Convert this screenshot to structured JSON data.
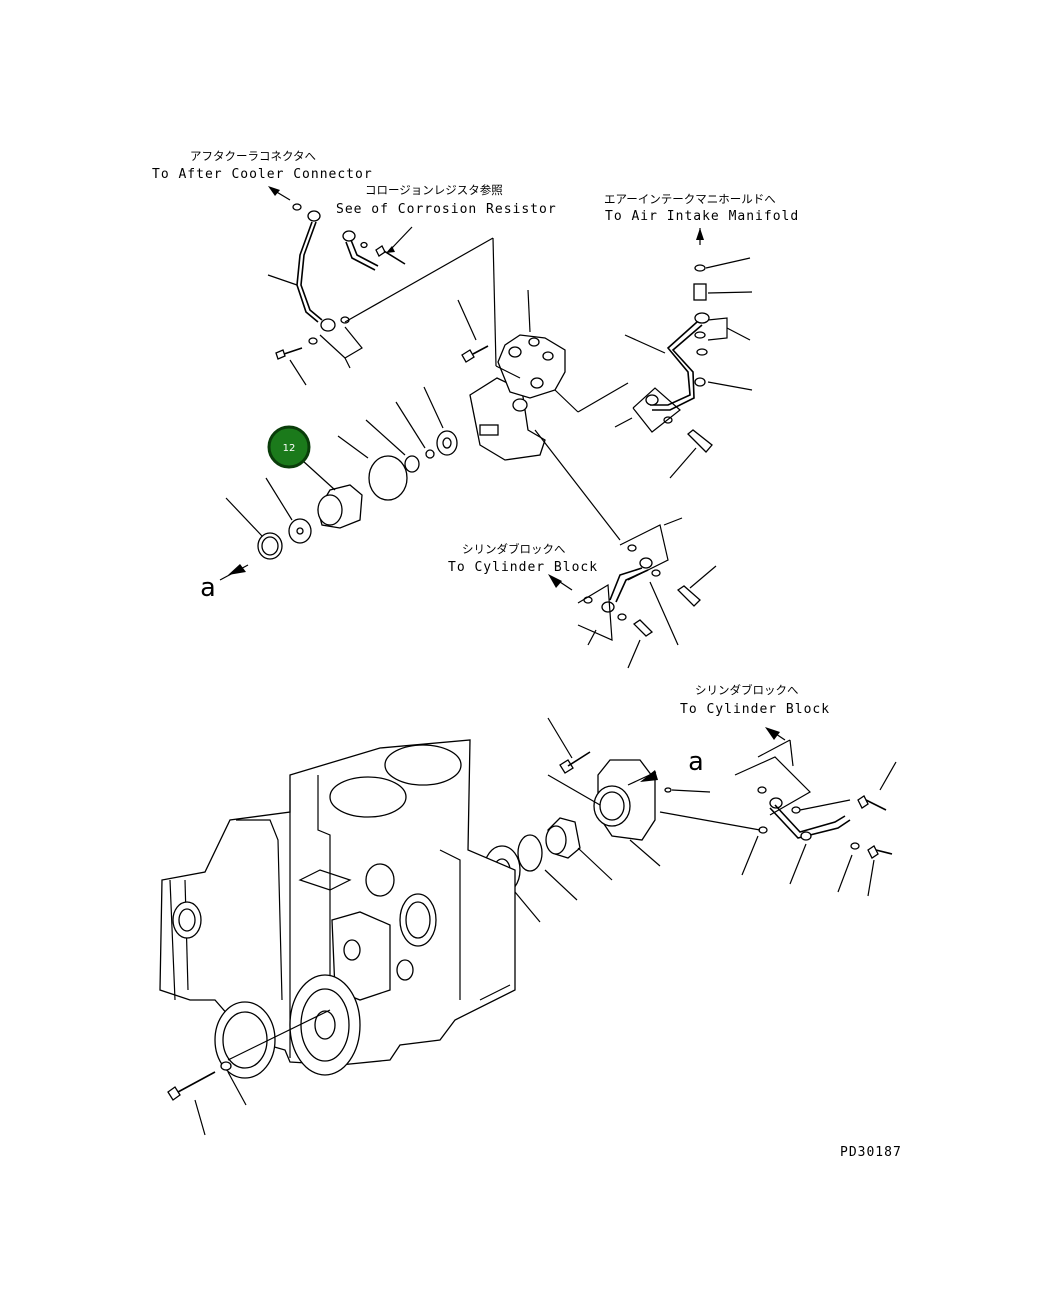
{
  "labels": {
    "aftercooler_jp": "アフタクーラコネクタへ",
    "aftercooler_en": "To After Cooler Connector",
    "corrosion_jp": "コロージョンレジスタ参照",
    "corrosion_en": "See of Corrosion Resistor",
    "airintake_jp": "エアーインテークマニホールドへ",
    "airintake_en": "To Air Intake Manifold",
    "cyl1_jp": "シリンダブロックへ",
    "cyl1_en": "To Cylinder Block",
    "cyl2_jp": "シリンダブロックへ",
    "cyl2_en": "To Cylinder Block",
    "ref_a1": "a",
    "ref_a2": "a",
    "drawing_no": "PD30187"
  },
  "callout": {
    "number": "12",
    "color": "#1b7a1b",
    "ring_color": "#0a3d0a"
  }
}
